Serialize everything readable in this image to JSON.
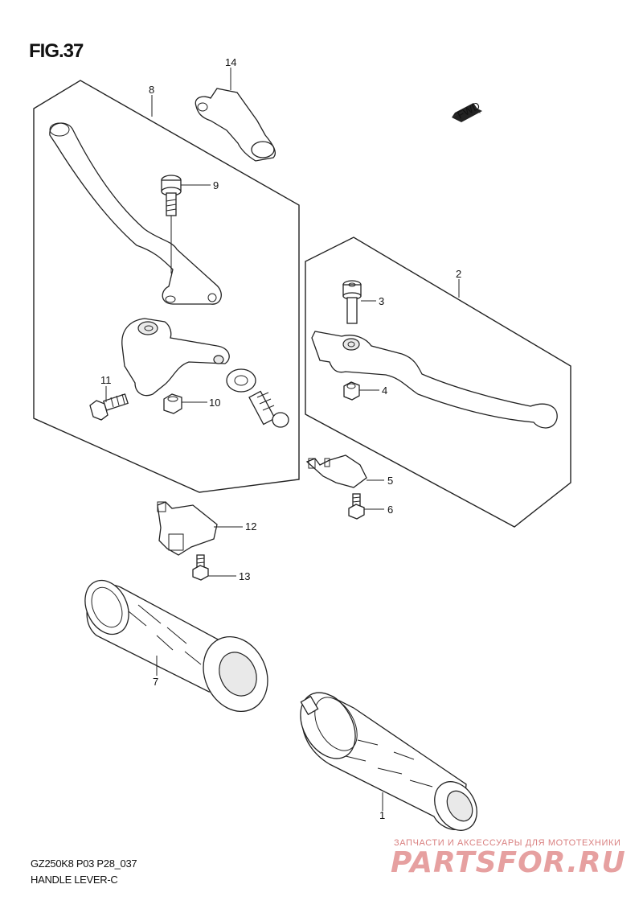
{
  "figure": {
    "title": "FIG.37",
    "code": "GZ250K8 P03 P28_037",
    "name": "HANDLE LEVER-C",
    "fwd_label": "FWD"
  },
  "callouts": [
    "1",
    "2",
    "3",
    "4",
    "5",
    "6",
    "7",
    "8",
    "9",
    "10",
    "11",
    "12",
    "13",
    "14"
  ],
  "watermark": {
    "tagline": "ЗАПЧАСТИ И АКСЕССУАРЫ ДЛЯ МОТОТЕХНИКИ",
    "logo": "PARTSFOR.RU"
  }
}
